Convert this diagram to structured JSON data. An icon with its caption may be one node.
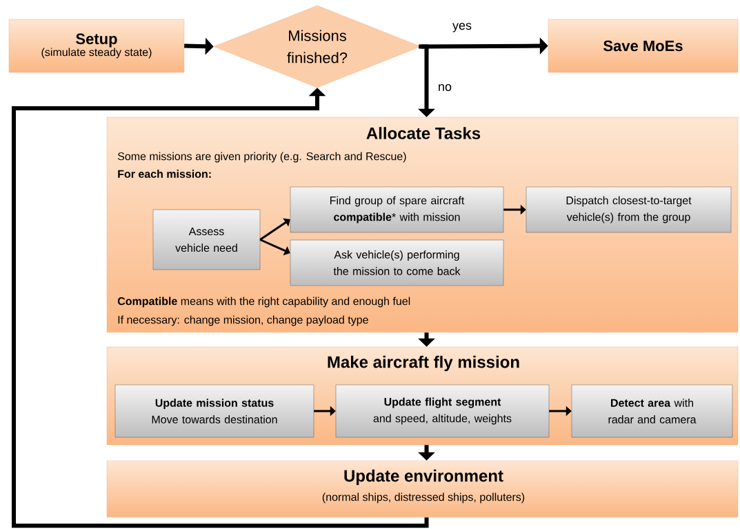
{
  "diagram": {
    "nodes": [
      {
        "text": [
          "Setup",
          "(simulate steady state)"
        ]
      },
      {
        "text": [
          "Missions finished?"
        ]
      },
      {
        "text": [
          "Save MoEs"
        ]
      },
      {
        "text": [
          "Allocate Tasks",
          "Some missions are given priority (e.g. Search and Rescue)",
          "For each mission:",
          "**Compatible** means with the right capability and enough fuel",
          "If necessary: change mission, change payload type"
        ]
      },
      {
        "text": [
          "Assess vehicle need"
        ],
        "in": 3
      },
      {
        "text": [
          "Find group of spare aircraft **compatible*** with mission"
        ],
        "in": 3
      },
      {
        "text": [
          "Ask vehicle(s) performing the mission to come back"
        ],
        "in": 3
      },
      {
        "text": [
          "Dispatch closest-to-target vehicle(s) from the group"
        ],
        "in": 3
      },
      {
        "text": [
          "Make aircraft fly mission"
        ]
      },
      {
        "text": [
          "Update mission status",
          "Move towards destination"
        ],
        "in": 8
      },
      {
        "text": [
          "Update flight segment",
          "and speed, altitude, weights"
        ],
        "in": 8
      },
      {
        "text": [
          "**Detect area** with radar and camera"
        ],
        "in": 8
      },
      {
        "text": [
          "Update environment",
          "(normal ships, distressed ships, polluters)"
        ]
      }
    ],
    "edges": [
      {
        "from": 0,
        "to": 1,
        "arrow": "to"
      },
      {
        "from": 1,
        "to": 2,
        "arrow": "to",
        "label": "yes"
      },
      {
        "from": 1,
        "to": 3,
        "arrow": "to",
        "label": "no"
      },
      {
        "from": 4,
        "to": 5,
        "arrow": "to"
      },
      {
        "from": 4,
        "to": 6,
        "arrow": "to"
      },
      {
        "from": 5,
        "to": 7,
        "arrow": "to"
      },
      {
        "from": 3,
        "to": 8,
        "arrow": "to"
      },
      {
        "from": 9,
        "to": 10,
        "arrow": "to"
      },
      {
        "from": 10,
        "to": 11,
        "arrow": "to"
      },
      {
        "from": 8,
        "to": 12,
        "arrow": "to"
      },
      {
        "from": 12,
        "to": 1,
        "arrow": "to"
      }
    ]
  }
}
